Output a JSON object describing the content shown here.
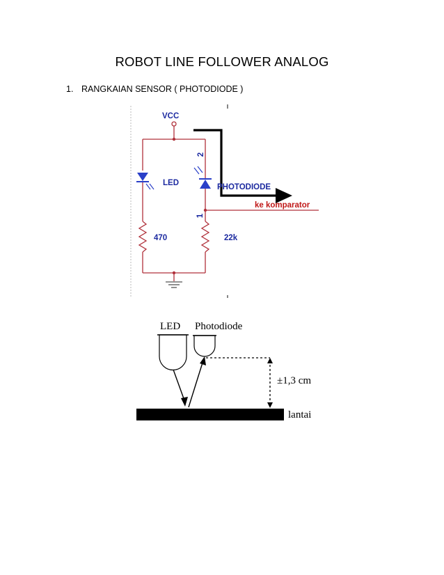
{
  "document": {
    "title": "ROBOT LINE FOLLOWER ANALOG",
    "section": {
      "number": "1.",
      "label": "RANGKAIAN SENSOR ( PHOTODIODE )"
    }
  },
  "schematic": {
    "vcc_label": "VCC",
    "led_label": "LED",
    "photodiode_label": "PHOTODIODE",
    "output_label": "ke komparator",
    "r1_label": "470",
    "r2_label": "22k",
    "pin_top": "2",
    "pin_bottom": "1",
    "colors": {
      "wire": "#b0303a",
      "diode": "#2a3fc8",
      "text": "#1c2aa0",
      "output_text": "#c01818",
      "arrow": "#000000"
    }
  },
  "mounting": {
    "led_label": "LED",
    "photodiode_label": "Photodiode",
    "distance_label": "±1,3 cm",
    "floor_label": "lantai"
  }
}
